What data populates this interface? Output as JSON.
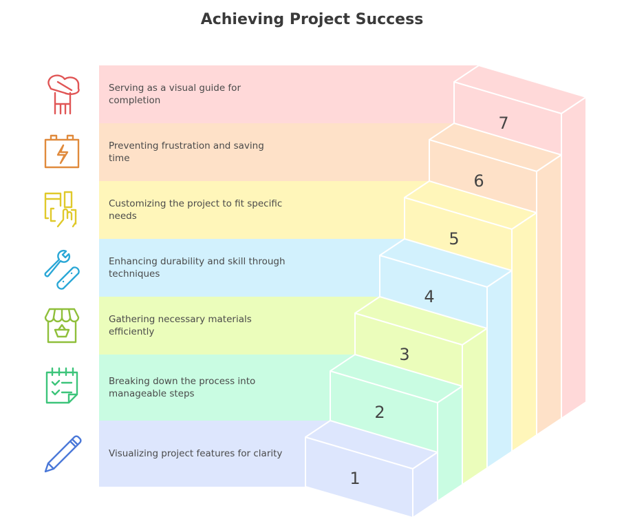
{
  "title": "Achieving Project Success",
  "steps": [
    {
      "number": "1",
      "text": "Visualizing project features for clarity",
      "color": "#dde6fd",
      "icon": "pencil-icon",
      "icon_color": "#4a78d8"
    },
    {
      "number": "2",
      "text": "Breaking down the process into manageable steps",
      "color": "#c9fce2",
      "icon": "checklist-icon",
      "icon_color": "#3cc47a"
    },
    {
      "number": "3",
      "text": "Gathering necessary materials efficiently",
      "color": "#ebfdbb",
      "icon": "store-icon",
      "icon_color": "#8fbf3a"
    },
    {
      "number": "4",
      "text": "Enhancing durability and skill through techniques",
      "color": "#d2f1fd",
      "icon": "wrench-icon",
      "icon_color": "#2aa7d6"
    },
    {
      "number": "5",
      "text": "Customizing the project to fit specific needs",
      "color": "#fff6ba",
      "icon": "devices-touch-icon",
      "icon_color": "#e0c92a"
    },
    {
      "number": "6",
      "text": "Preventing frustration and saving time",
      "color": "#fee1c8",
      "icon": "battery-bolt-icon",
      "icon_color": "#e08a3c"
    },
    {
      "number": "7",
      "text": "Serving as a visual guide for completion",
      "color": "#ffd9d9",
      "icon": "scarf-icon",
      "icon_color": "#e05555"
    }
  ]
}
